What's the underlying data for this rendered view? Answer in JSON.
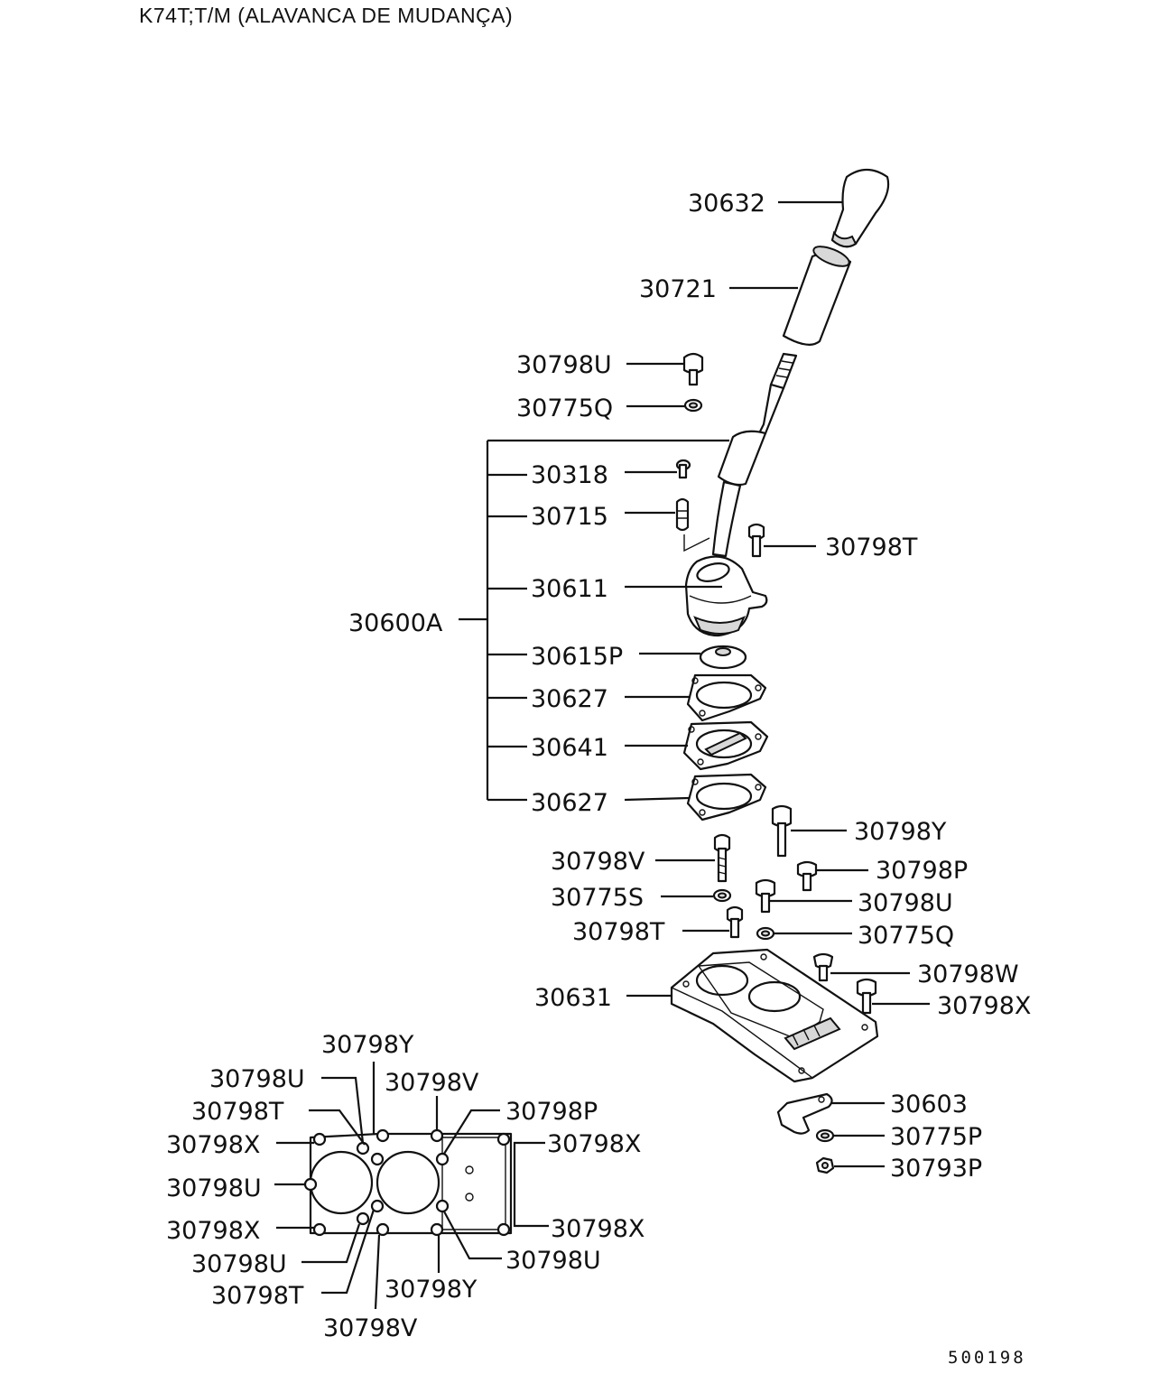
{
  "title": "K74T;T/M (ALAVANCA DE MUDANÇA)",
  "diagram_code": "500198",
  "labels": {
    "p30632": "30632",
    "p30721": "30721",
    "p30798U_a": "30798U",
    "p30775Q_a": "30775Q",
    "p30600A": "30600A",
    "p30318": "30318",
    "p30715": "30715",
    "p30611": "30611",
    "p30615P": "30615P",
    "p30627_a": "30627",
    "p30641": "30641",
    "p30627_b": "30627",
    "p30798T_a": "30798T",
    "p30798Y_a": "30798Y",
    "p30798V_a": "30798V",
    "p30798P_a": "30798P",
    "p30775S": "30775S",
    "p30798U_b": "30798U",
    "p30798T_b": "30798T",
    "p30775Q_b": "30775Q",
    "p30798W": "30798W",
    "p30631": "30631",
    "p30798X_a": "30798X",
    "p30603": "30603",
    "p30775P": "30775P",
    "p30793P": "30793P"
  },
  "inset_labels": {
    "top_y": "30798Y",
    "top_u": "30798U",
    "top_v": "30798V",
    "top_t": "30798T",
    "top_p": "30798P",
    "left_x1": "30798X",
    "right_x1": "30798X",
    "left_u": "30798U",
    "left_x2": "30798X",
    "right_x2": "30798X",
    "bot_u": "30798U",
    "bot_u_right": "30798U",
    "bot_t": "30798T",
    "bot_y": "30798Y",
    "bot_v": "30798V"
  }
}
